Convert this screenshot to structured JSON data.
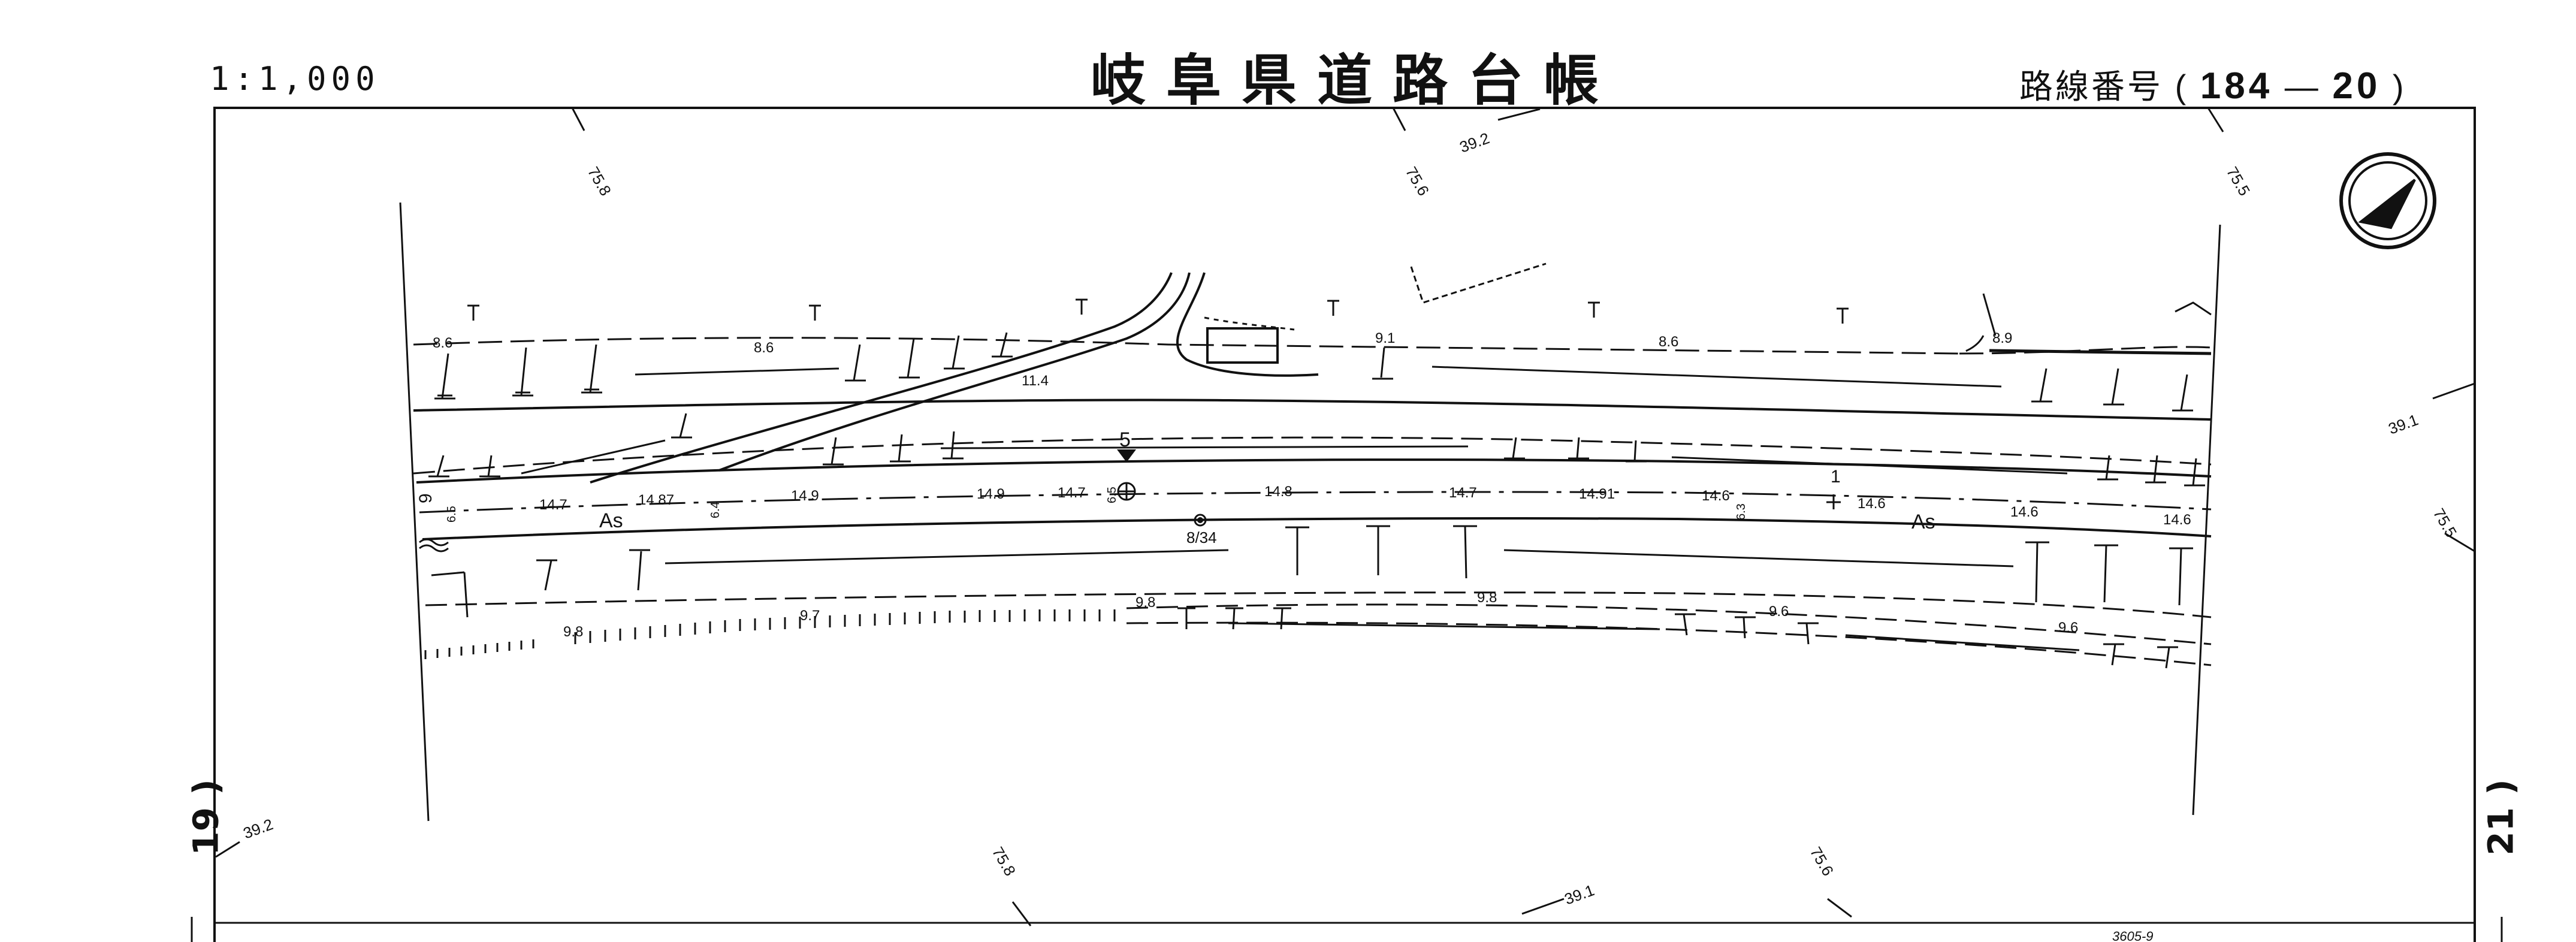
{
  "header": {
    "scale": "1:1,000",
    "title": "岐阜県道路台帳",
    "route_label": "路線番号",
    "route_number": "184",
    "sheet_number": "20",
    "route_separator": "—"
  },
  "sheet_refs": {
    "left": "19",
    "right": "21",
    "bottom_right_ref": "3605-9"
  },
  "contours": {
    "top": [
      "75.8",
      "75.6",
      "39.2",
      "75.5"
    ],
    "right": [
      "39.1",
      "75.5"
    ],
    "bottom": [
      "39.2",
      "75.8",
      "39.1",
      "75.6"
    ]
  },
  "elevations": {
    "north_edge": [
      "8.6",
      "8.6",
      "9.1",
      "8.6",
      "8.9"
    ],
    "side_road": "11.4",
    "centerline": [
      "14.7",
      "14.87",
      "14.9",
      "14.9",
      "14.7",
      "14.8",
      "14.7",
      "14.91",
      "14.6",
      "14.6",
      "14.6",
      "14.6"
    ],
    "south_edge": [
      "9.8",
      "9.7",
      "9.8",
      "9.8",
      "9.6",
      "9.6"
    ]
  },
  "road_labels": {
    "surface_left": "As",
    "surface_right": "As",
    "lane_width_note": "5",
    "benchmark": "8/34",
    "right_note": "1",
    "small_vert_a": "6.4",
    "small_vert_b": "6.5",
    "small_vert_c": "6.3",
    "left_note": "9",
    "left_note_b": "6.5"
  }
}
